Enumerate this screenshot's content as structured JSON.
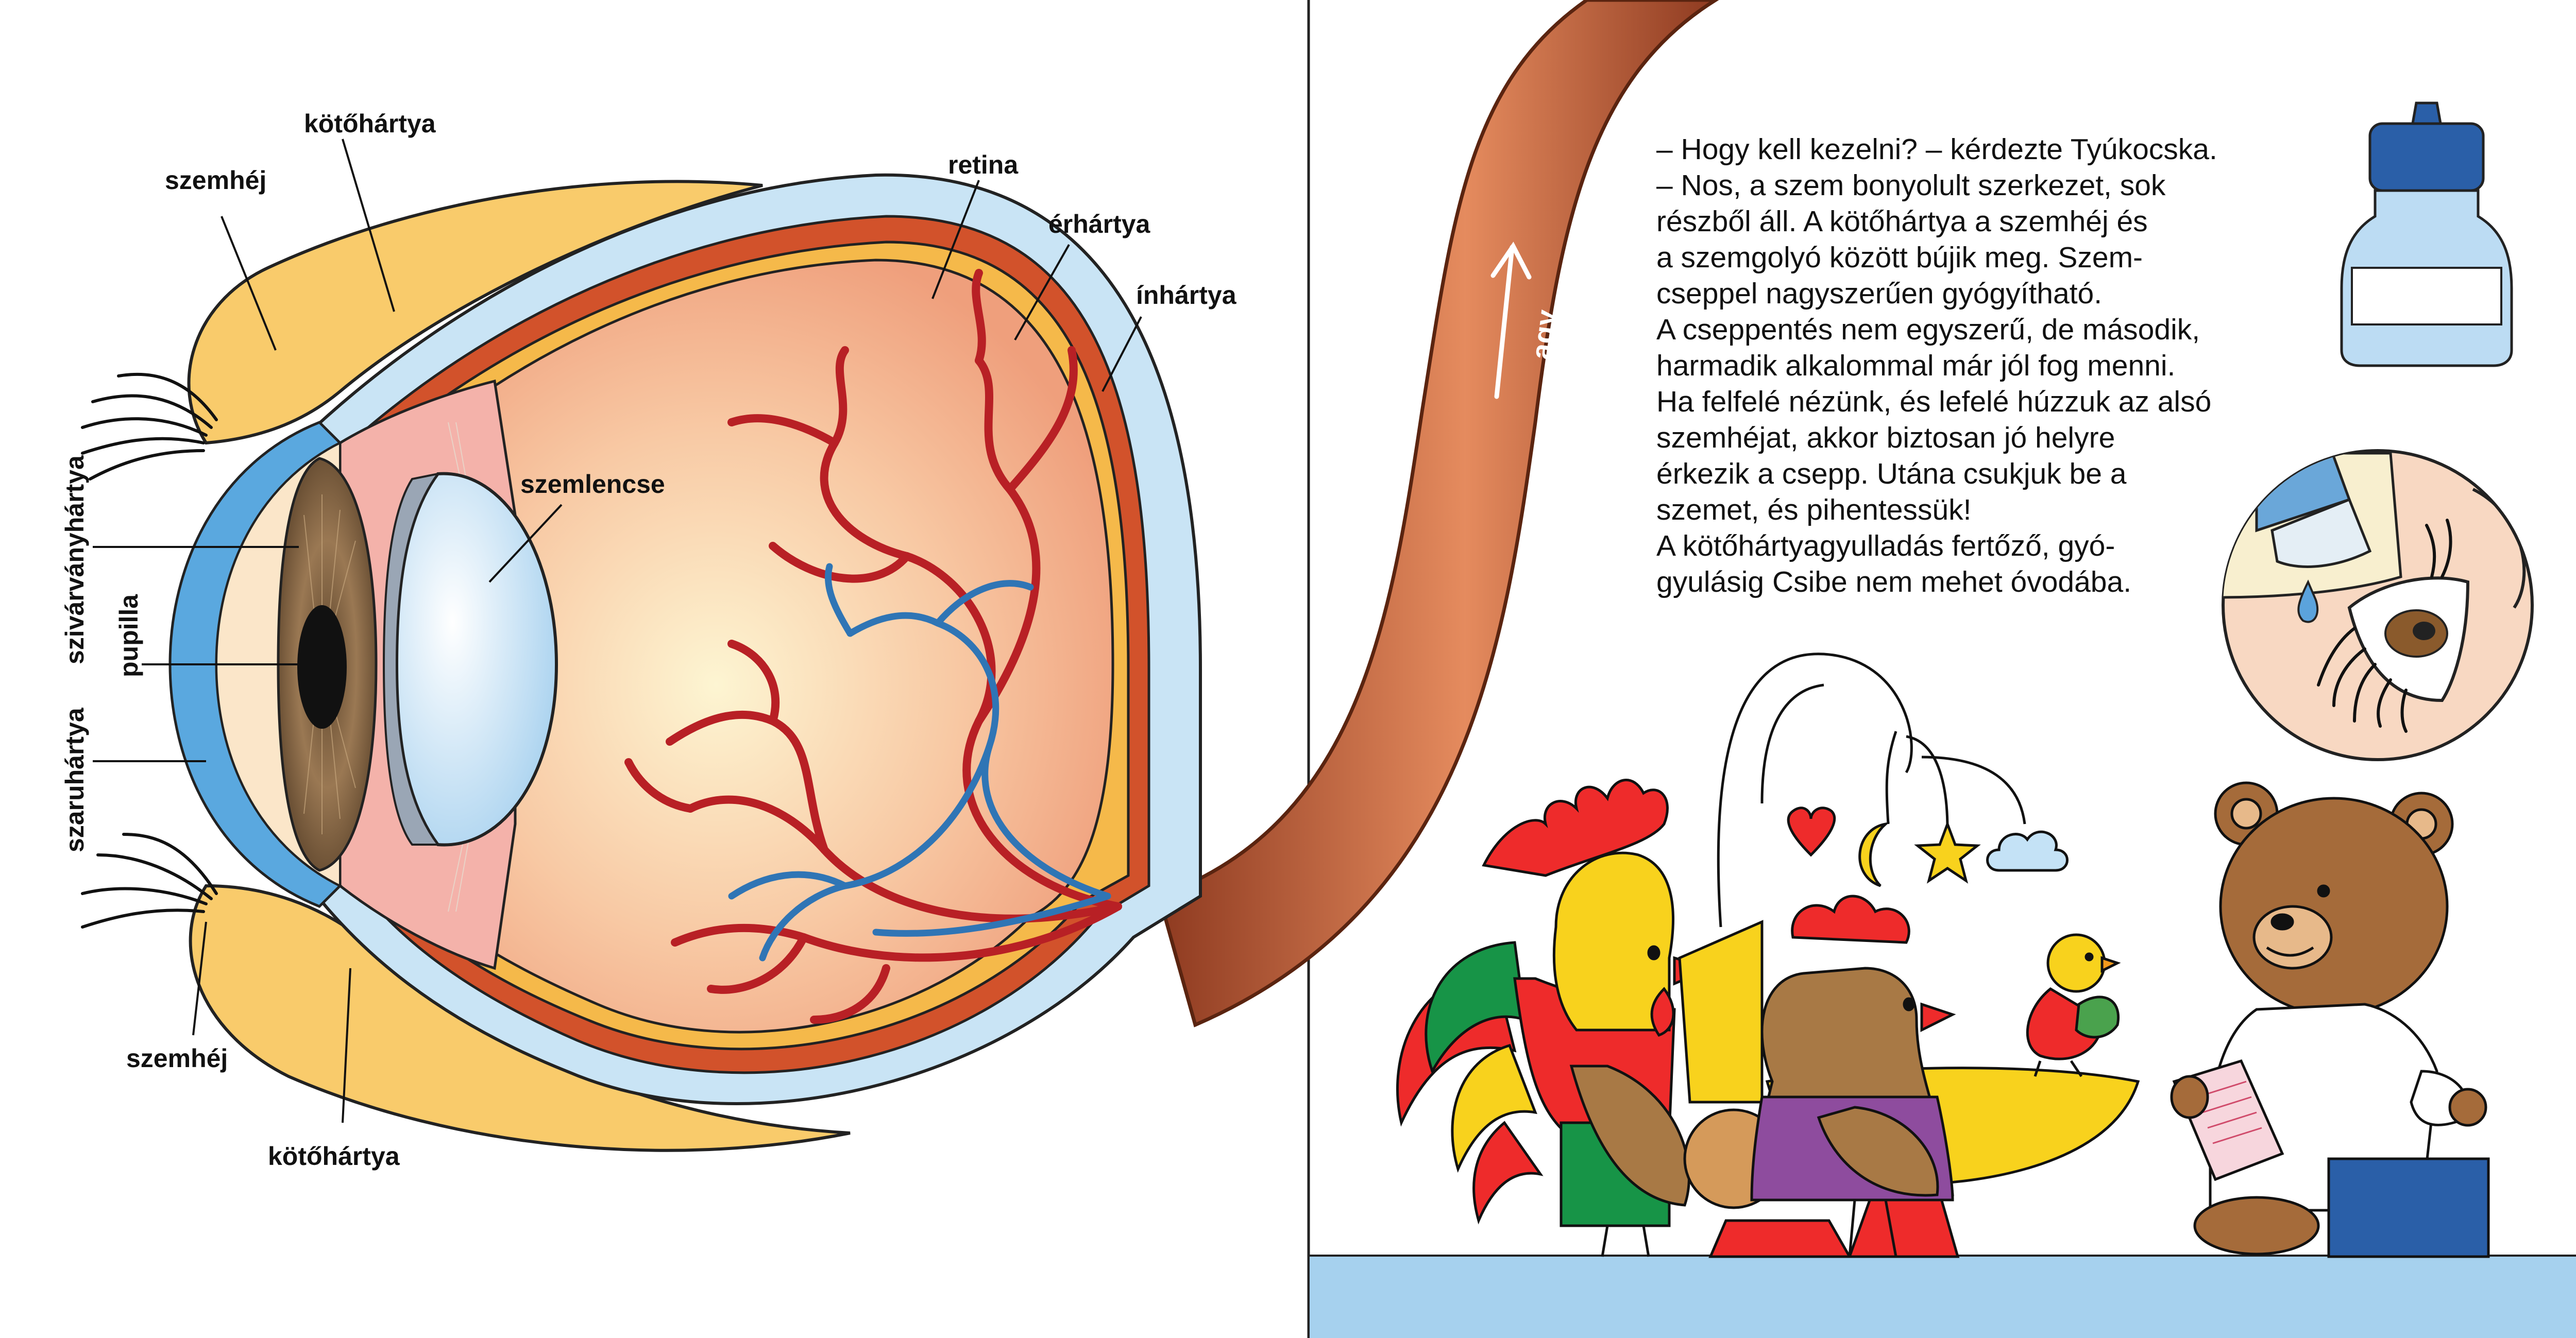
{
  "labels": {
    "eyelid_top": "szemhéj",
    "conjunctiva_top": "kötőhártya",
    "retina": "retina",
    "choroid": "érhártya",
    "sclera": "ínhártya",
    "lens": "szemlencse",
    "iris": "szivárványhártya",
    "pupil": "pupilla",
    "cornea": "szaruhártya",
    "eyelid_bottom": "szemhéj",
    "conjunctiva_bottom": "kötőhártya",
    "brain": "agy"
  },
  "story": {
    "lines": [
      "– Hogy kell kezelni? – kérdezte Tyúkocska.",
      "– Nos, a szem bonyolult szerkezet, sok",
      "részből áll. A kötőhártya a szemhéj és",
      "a szemgolyó között bújik meg. Szem-",
      "cseppel nagyszerűen gyógyítható.",
      "A cseppentés nem egyszerű, de második,",
      "harmadik alkalommal már jól fog menni.",
      "Ha felfelé nézünk, és lefelé húzzuk az alsó",
      "szemhéjat, akkor biztosan jó helyre",
      "érkezik a csepp. Utána csukjuk be a",
      "szemet, és pihentessük!",
      "A kötőhártyagyulladás fertőző, gyó-",
      "gyulásig Csibe nem mehet óvodába."
    ]
  },
  "colors": {
    "eyelid": "#f9cb6b",
    "sclera_fill": "#c9e4f5",
    "choroid": "#d2522b",
    "retina_line": "#f5b94a",
    "vitreous_center": "#fdf4cf",
    "vitreous_edge": "#f2a27e",
    "artery": "#b82025",
    "vein": "#2f75b5",
    "iris": "#8a6a47",
    "nerve": "#b5552e",
    "floor": "#a6d1ee"
  }
}
